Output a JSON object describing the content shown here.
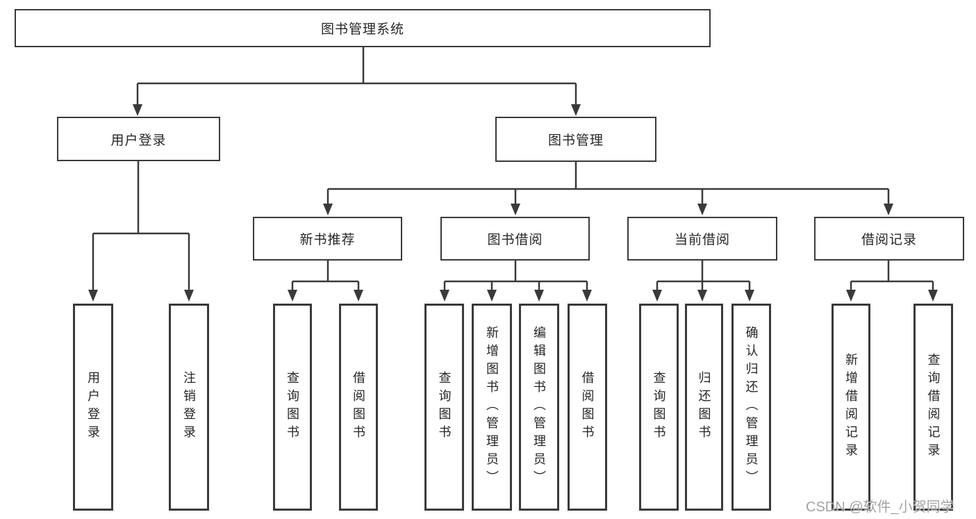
{
  "diagram": {
    "root": {
      "label": "图书管理系统"
    },
    "branches": [
      {
        "label": "用户登录",
        "children": [
          {
            "label": "用户登录"
          },
          {
            "label": "注销登录"
          }
        ]
      },
      {
        "label": "图书管理",
        "children": [
          {
            "label": "新书推荐",
            "children": [
              {
                "label": "查询图书"
              },
              {
                "label": "借阅图书"
              }
            ]
          },
          {
            "label": "图书借阅",
            "children": [
              {
                "label": "查询图书"
              },
              {
                "label": "新增图书（管理员）"
              },
              {
                "label": "编辑图书（管理员）"
              },
              {
                "label": "借阅图书"
              }
            ]
          },
          {
            "label": "当前借阅",
            "children": [
              {
                "label": "查询图书"
              },
              {
                "label": "归还图书"
              },
              {
                "label": "确认归还（管理员）"
              }
            ]
          },
          {
            "label": "借阅记录",
            "children": [
              {
                "label": "新增借阅记录"
              },
              {
                "label": "查询借阅记录"
              }
            ]
          }
        ]
      }
    ]
  },
  "watermark": {
    "text": "CSDN @软件_小贺同学"
  },
  "colors": {
    "line": "#3a3a3a",
    "box_border": "#3a3a3a",
    "text": "#262626",
    "watermark": "#9c9c9c",
    "background": "#ffffff"
  }
}
